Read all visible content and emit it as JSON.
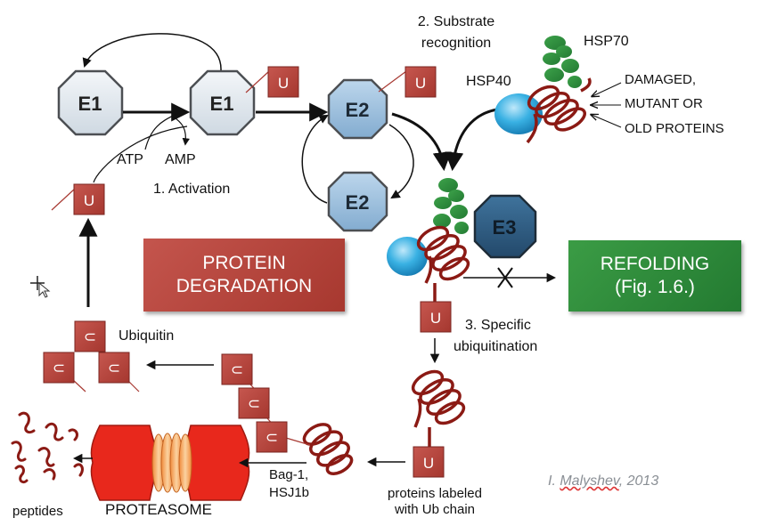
{
  "enzymes": {
    "e1": "E1",
    "e2": "E2",
    "e3": "E3"
  },
  "ubiquitin_tag": "U",
  "steps": {
    "activation": "1. Activation",
    "recognition_line1": "2. Substrate",
    "recognition_line2": "recognition",
    "ubiquitination_line1": "3. Specific",
    "ubiquitination_line2": "ubiquitination"
  },
  "cofactors": {
    "atp": "ATP",
    "amp": "AMP"
  },
  "chaperones": {
    "hsp70": "HSP70",
    "hsp40": "HSP40"
  },
  "substrates": {
    "line1": "DAMAGED,",
    "line2": "MUTANT OR",
    "line3": "OLD PROTEINS"
  },
  "boxes": {
    "degradation_line1": "PROTEIN",
    "degradation_line2": "DEGRADATION",
    "refolding_line1": "REFOLDING",
    "refolding_line2": "(Fig. 1.6.)"
  },
  "labels": {
    "ubiquitin": "Ubiquitin",
    "bag_line1": "Bag-1,",
    "bag_line2": "HSJ1b",
    "labeled_line1": "proteins labeled",
    "labeled_line2": "with Ub chain",
    "proteasome": "PROTEASOME",
    "peptides": "peptides"
  },
  "credit": {
    "author_prefix": "I. ",
    "author_name": "Malyshev",
    "year": ", 2013"
  },
  "colors": {
    "e1_fill": "#e2e9ef",
    "e2_fill": "#9ec2df",
    "e3_fill": "#2f5f86",
    "ubiquitin": "#a83a33",
    "protein_coil": "#8b1a14",
    "hsp70": "#3da23a",
    "hsp40": "#2aa3d6",
    "degradation_box": "#b5463f",
    "refolding_box": "#2e8b3a",
    "proteasome_cap": "#e8281c",
    "proteasome_core": "#f5a25a"
  }
}
